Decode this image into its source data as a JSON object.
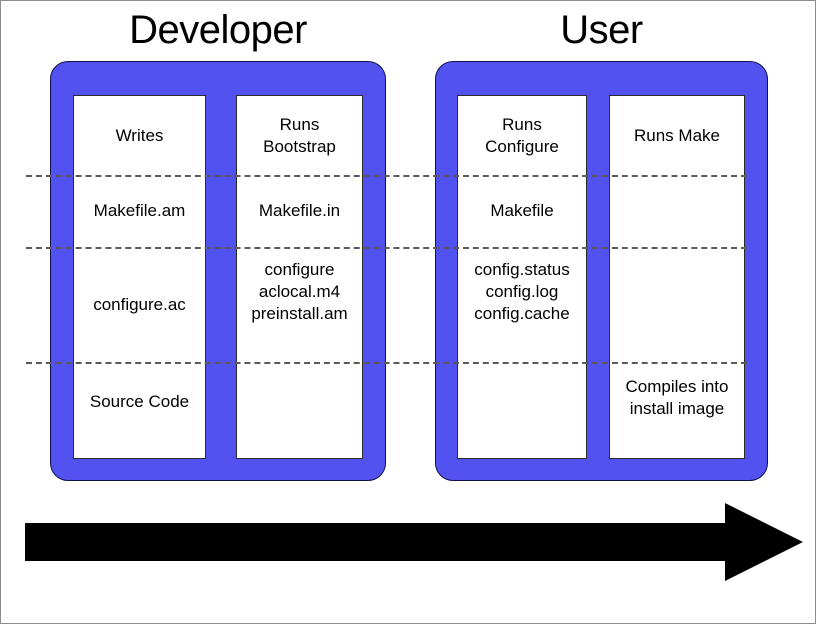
{
  "diagram": {
    "title_developer": "Developer",
    "title_user": "User",
    "colors": {
      "panel_blue": "#5252f0",
      "panel_border": "#11114a",
      "box_border": "#2b2b2b",
      "dash_gray": "#5a5a5a",
      "arrow_black": "#000000",
      "background": "#ffffff"
    },
    "phases": [
      {
        "name": "Developer",
        "columns": [
          {
            "id": "writes",
            "cells": [
              "Writes",
              "Makefile.am",
              "configure.ac",
              "Source Code"
            ]
          },
          {
            "id": "bootstrap",
            "cells": [
              "Runs\nBootstrap",
              "Makefile.in",
              "configure\naclocal.m4\npreinstall.am",
              ""
            ]
          }
        ]
      },
      {
        "name": "User",
        "columns": [
          {
            "id": "configure",
            "cells": [
              "Runs\nConfigure",
              "Makefile",
              "config.status\nconfig.log\nconfig.cache",
              ""
            ]
          },
          {
            "id": "make",
            "cells": [
              "Runs Make",
              "",
              "",
              "Compiles into\ninstall image"
            ]
          }
        ]
      }
    ],
    "arrow": {
      "name": "time-flow-arrow",
      "direction": "right"
    }
  }
}
